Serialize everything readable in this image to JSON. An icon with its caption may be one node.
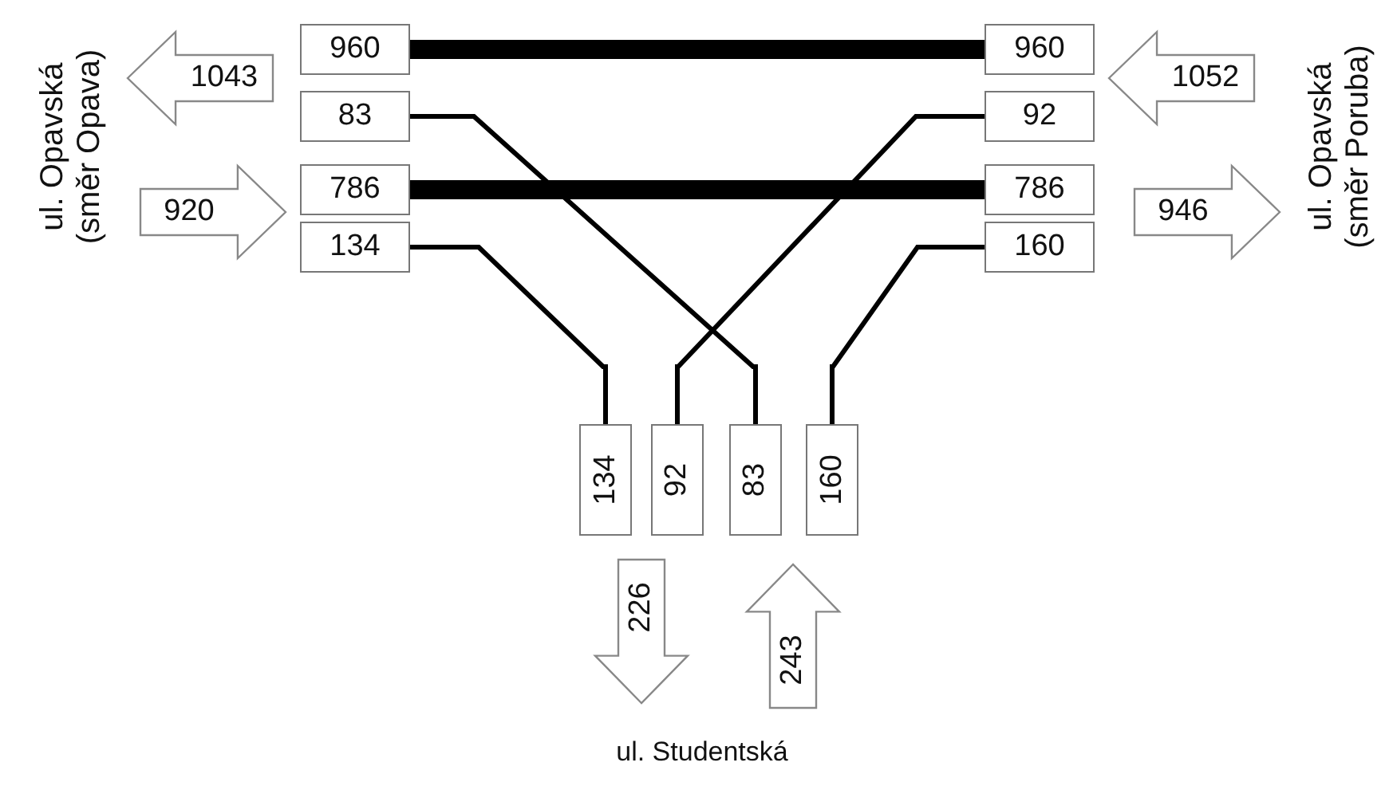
{
  "diagram": {
    "nodes": [
      {
        "text": [
          "960"
        ]
      },
      {
        "text": [
          "83"
        ]
      },
      {
        "text": [
          "786"
        ]
      },
      {
        "text": [
          "134"
        ]
      },
      {
        "text": [
          "960"
        ]
      },
      {
        "text": [
          "92"
        ]
      },
      {
        "text": [
          "786"
        ]
      },
      {
        "text": [
          "160"
        ]
      },
      {
        "text": [
          "134"
        ]
      },
      {
        "text": [
          "92"
        ]
      },
      {
        "text": [
          "83"
        ]
      },
      {
        "text": [
          "160"
        ]
      },
      {
        "text": [
          "1043"
        ]
      },
      {
        "text": [
          "920"
        ]
      },
      {
        "text": [
          "1052"
        ]
      },
      {
        "text": [
          "946"
        ]
      },
      {
        "text": [
          "226"
        ]
      },
      {
        "text": [
          "243"
        ]
      }
    ],
    "edges": [
      {
        "from": 0,
        "to": 4,
        "arrow": "none",
        "style": "thick"
      },
      {
        "from": 1,
        "to": 10,
        "arrow": "none"
      },
      {
        "from": 2,
        "to": 6,
        "arrow": "none",
        "style": "thick"
      },
      {
        "from": 3,
        "to": 8,
        "arrow": "none"
      },
      {
        "from": 5,
        "to": 9,
        "arrow": "none"
      },
      {
        "from": 7,
        "to": 11,
        "arrow": "none"
      }
    ],
    "labels": [
      "ul. Opavská (směr Opava)",
      "ul. Opavská (směr Poruba)",
      "ul. Studentská"
    ]
  }
}
